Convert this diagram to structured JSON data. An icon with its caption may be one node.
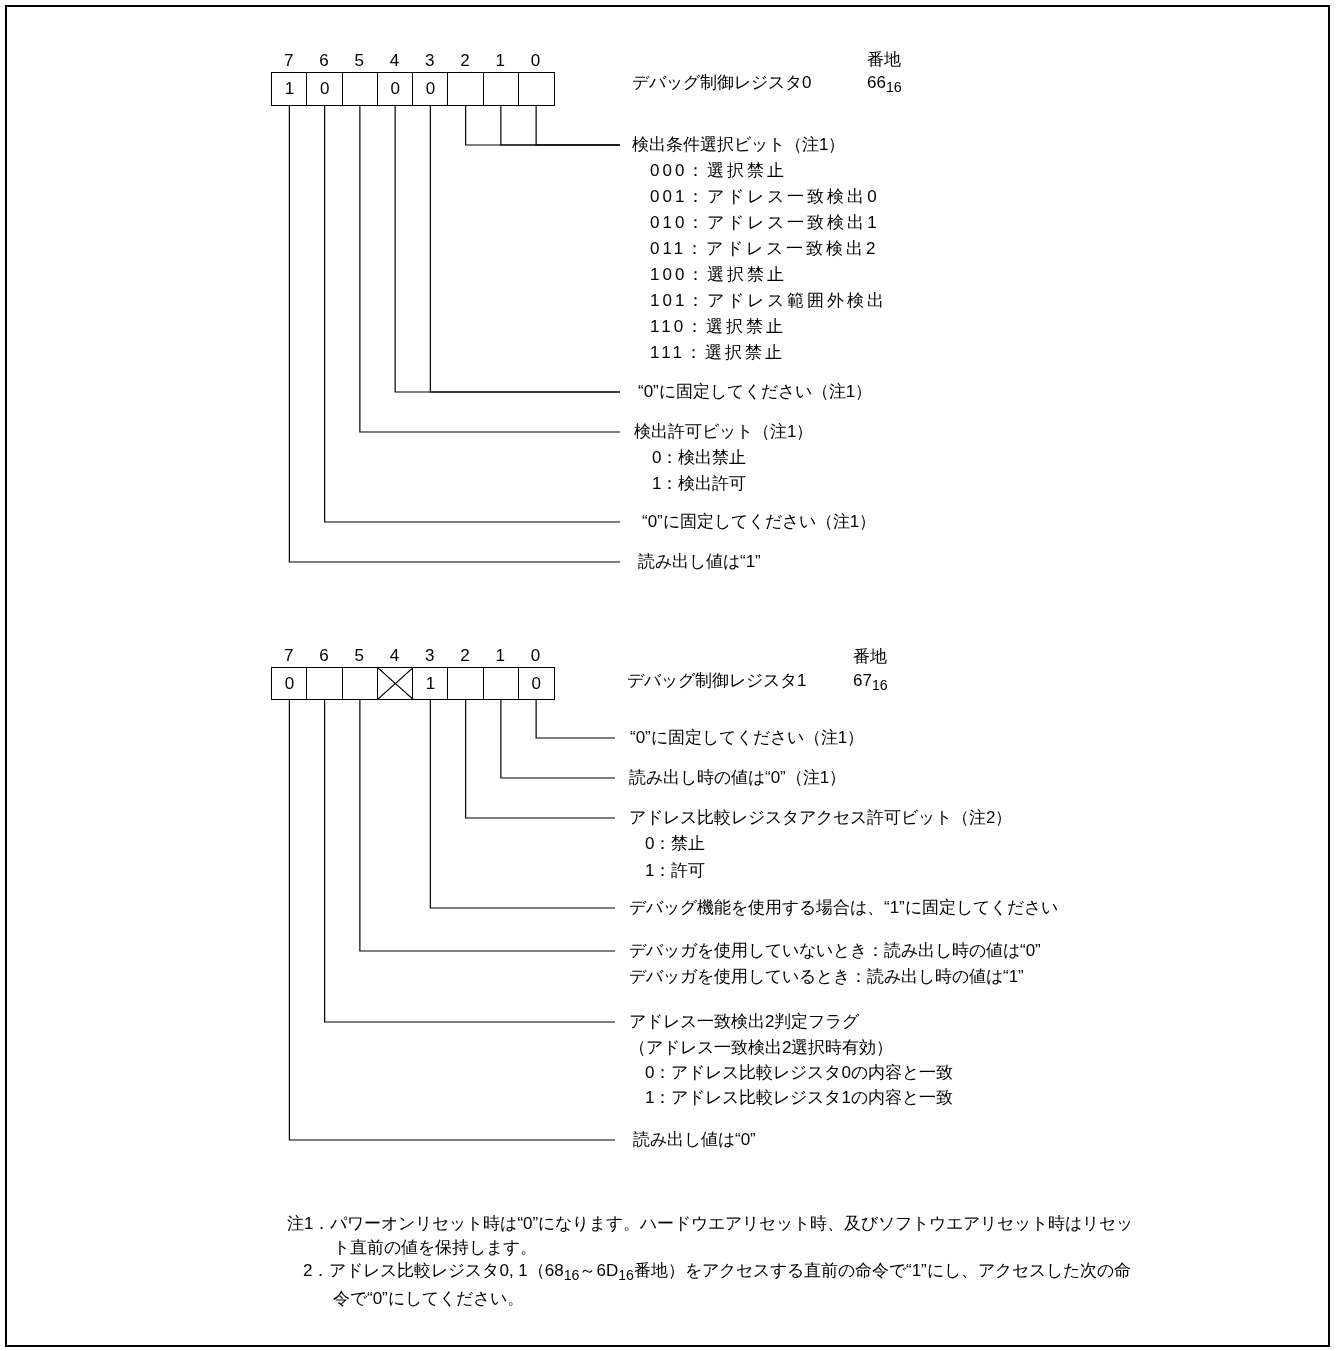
{
  "diagram": {
    "nodes": [
      {
        "text": [
          "1"
        ],
        "beside": [
          "7"
        ]
      },
      {
        "text": [
          "0"
        ],
        "beside": [
          "6"
        ]
      },
      {
        "text": [],
        "shape": "box",
        "beside": [
          "5"
        ]
      },
      {
        "text": [
          "0"
        ],
        "beside": [
          "4"
        ]
      },
      {
        "text": [
          "0"
        ],
        "beside": [
          "3"
        ]
      },
      {
        "text": [],
        "shape": "box",
        "beside": [
          "2"
        ]
      },
      {
        "text": [],
        "shape": "box",
        "beside": [
          "1"
        ]
      },
      {
        "text": [],
        "shape": "box",
        "beside": [
          "0"
        ]
      },
      {
        "text": [
          "検出条件選択ビット（注1）",
          "000：選択禁止",
          "001：アドレス一致検出0",
          "010：アドレス一致検出1",
          "011：アドレス一致検出2",
          "100：選択禁止",
          "101：アドレス範囲外検出",
          "110：選択禁止",
          "111：選択禁止"
        ]
      },
      {
        "text": [
          "“0”に固定してください（注1）"
        ]
      },
      {
        "text": [
          "検出許可ビット（注1）",
          "0：検出禁止",
          "1：検出許可"
        ]
      },
      {
        "text": [
          "“0”に固定してください（注1）"
        ]
      },
      {
        "text": [
          "読み出し値は“1”"
        ]
      },
      {
        "text": [
          "0"
        ],
        "beside": [
          "7"
        ]
      },
      {
        "text": [],
        "shape": "box",
        "beside": [
          "6"
        ]
      },
      {
        "text": [],
        "shape": "box",
        "beside": [
          "5"
        ]
      },
      {
        "text": [],
        "shape": "crossed-box",
        "beside": [
          "4"
        ]
      },
      {
        "text": [
          "1"
        ],
        "beside": [
          "3"
        ]
      },
      {
        "text": [],
        "shape": "box",
        "beside": [
          "2"
        ]
      },
      {
        "text": [],
        "shape": "box",
        "beside": [
          "1"
        ]
      },
      {
        "text": [
          "0"
        ],
        "beside": [
          "0"
        ]
      },
      {
        "text": [
          "“0”に固定してください（注1）"
        ]
      },
      {
        "text": [
          "読み出し時の値は“0”（注1）"
        ]
      },
      {
        "text": [
          "アドレス比較レジスタアクセス許可ビット（注2）",
          "0：禁止",
          "1：許可"
        ]
      },
      {
        "text": [
          "デバッグ機能を使用する場合は、“1”に固定してください"
        ]
      },
      {
        "text": [
          "デバッガを使用していないとき：読み出し時の値は“0”",
          "デバッガを使用しているとき：読み出し時の値は“1”"
        ]
      },
      {
        "text": [
          "アドレス一致検出2判定フラグ",
          "（アドレス一致検出2選択時有効）",
          "0：アドレス比較レジスタ0の内容と一致",
          "1：アドレス比較レジスタ1の内容と一致"
        ]
      },
      {
        "text": [
          "読み出し値は“0”"
        ]
      }
    ],
    "edges": [
      {
        "from": 5,
        "to": 8,
        "arrow": "none"
      },
      {
        "from": 6,
        "to": 8,
        "arrow": "none"
      },
      {
        "from": 7,
        "to": 8,
        "arrow": "none"
      },
      {
        "from": 3,
        "to": 9,
        "arrow": "none"
      },
      {
        "from": 4,
        "to": 9,
        "arrow": "none"
      },
      {
        "from": 2,
        "to": 10,
        "arrow": "none"
      },
      {
        "from": 1,
        "to": 11,
        "arrow": "none"
      },
      {
        "from": 0,
        "to": 12,
        "arrow": "none"
      },
      {
        "from": 20,
        "to": 21,
        "arrow": "none"
      },
      {
        "from": 19,
        "to": 22,
        "arrow": "none"
      },
      {
        "from": 18,
        "to": 23,
        "arrow": "none"
      },
      {
        "from": 17,
        "to": 24,
        "arrow": "none"
      },
      {
        "from": 15,
        "to": 25,
        "arrow": "none"
      },
      {
        "from": 14,
        "to": 26,
        "arrow": "none"
      },
      {
        "from": 13,
        "to": 27,
        "arrow": "none"
      }
    ],
    "labels": [
      "番地",
      "デバッグ制御レジスタ0",
      "66$_{16}$",
      "番地",
      "デバッグ制御レジスタ1",
      "67$_{16}$",
      "注1．パワーオンリセット時は“0”になります。ハードウエアリセット時、及びソフトウエアリセット時はリセット直前の値を保持します。",
      "2．アドレス比較レジスタ0, 1（68$_{16}$～6D$_{16}$番地）をアクセスする直前の命令で“1”にし、アクセスした次の命令で“0”にしてください。"
    ]
  }
}
